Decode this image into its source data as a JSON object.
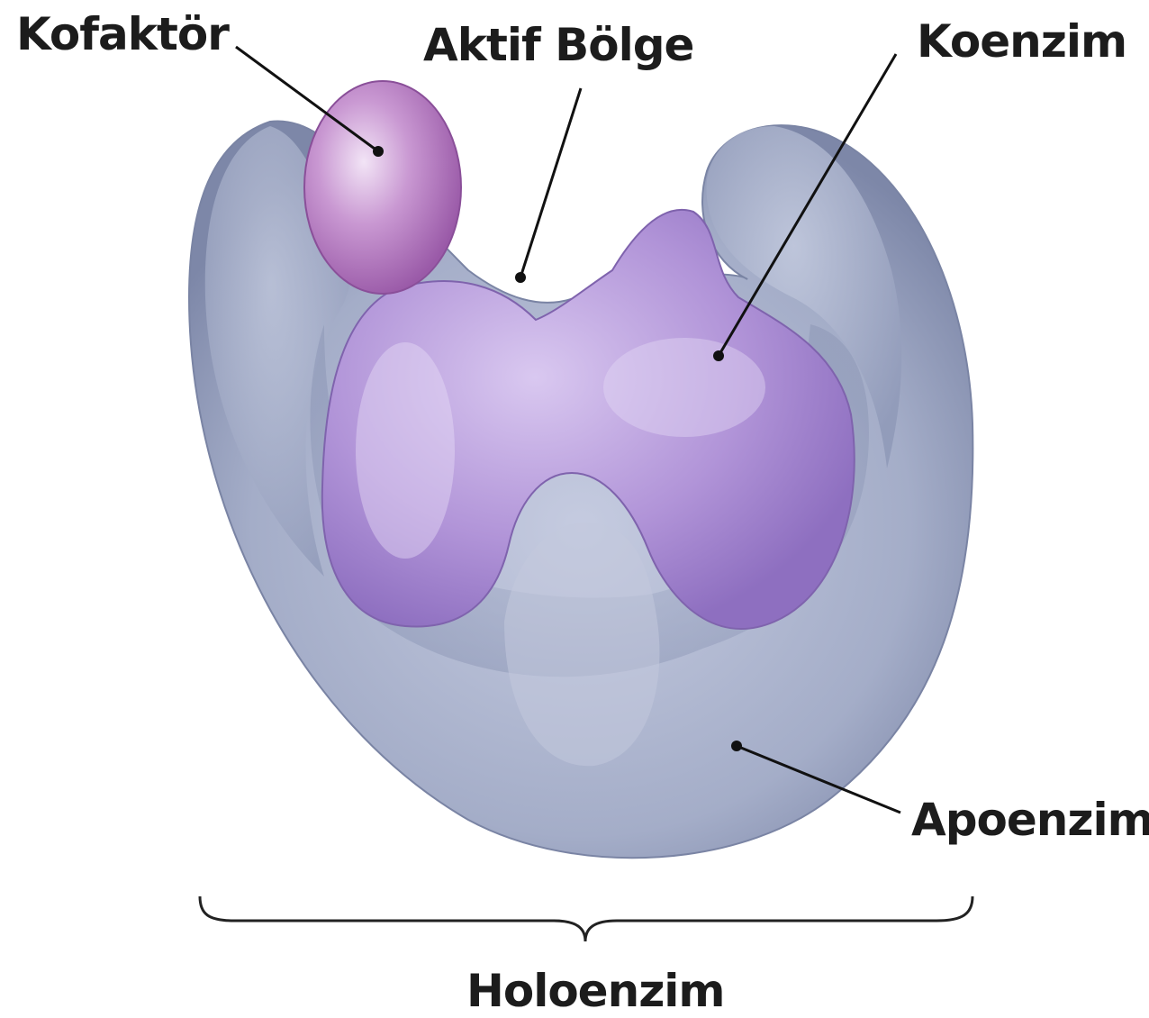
{
  "labels": {
    "cofactor": "Kofaktör",
    "active_site": "Aktif Bölge",
    "coenzyme": "Koenzim",
    "apoenzyme": "Apoenzim",
    "holoenzyme": "Holoenzim"
  },
  "colors": {
    "apoenzyme": "#9fa9c4",
    "coenzyme": "#ad8ed2",
    "cofactor": "#b77fc0",
    "text": "#1c1c1c",
    "leader_lines": "#111111"
  }
}
